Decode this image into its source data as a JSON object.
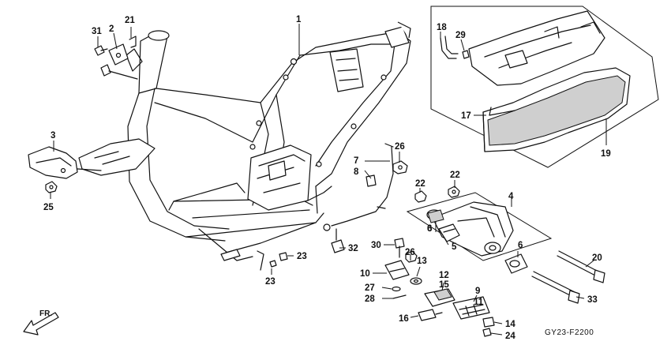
{
  "diagram_code": "GY23-F2200",
  "direction_label": "FR.",
  "callouts": {
    "c1": "1",
    "c2": "2",
    "c3": "3",
    "c4": "4",
    "c5": "5",
    "c6a": "6",
    "c6b": "6",
    "c6c": "6",
    "c7": "7",
    "c8": "8",
    "c9": "9",
    "c10": "10",
    "c11": "11",
    "c12": "12",
    "c13": "13",
    "c14": "14",
    "c15": "15",
    "c16": "16",
    "c17": "17",
    "c18": "18",
    "c19": "19",
    "c20": "20",
    "c21": "21",
    "c22a": "22",
    "c22b": "22",
    "c23a": "23",
    "c23b": "23",
    "c24": "24",
    "c25": "25",
    "c26a": "26",
    "c26b": "26",
    "c27": "27",
    "c28": "28",
    "c29": "29",
    "c30": "30",
    "c31": "31",
    "c32": "32",
    "c33": "33"
  }
}
